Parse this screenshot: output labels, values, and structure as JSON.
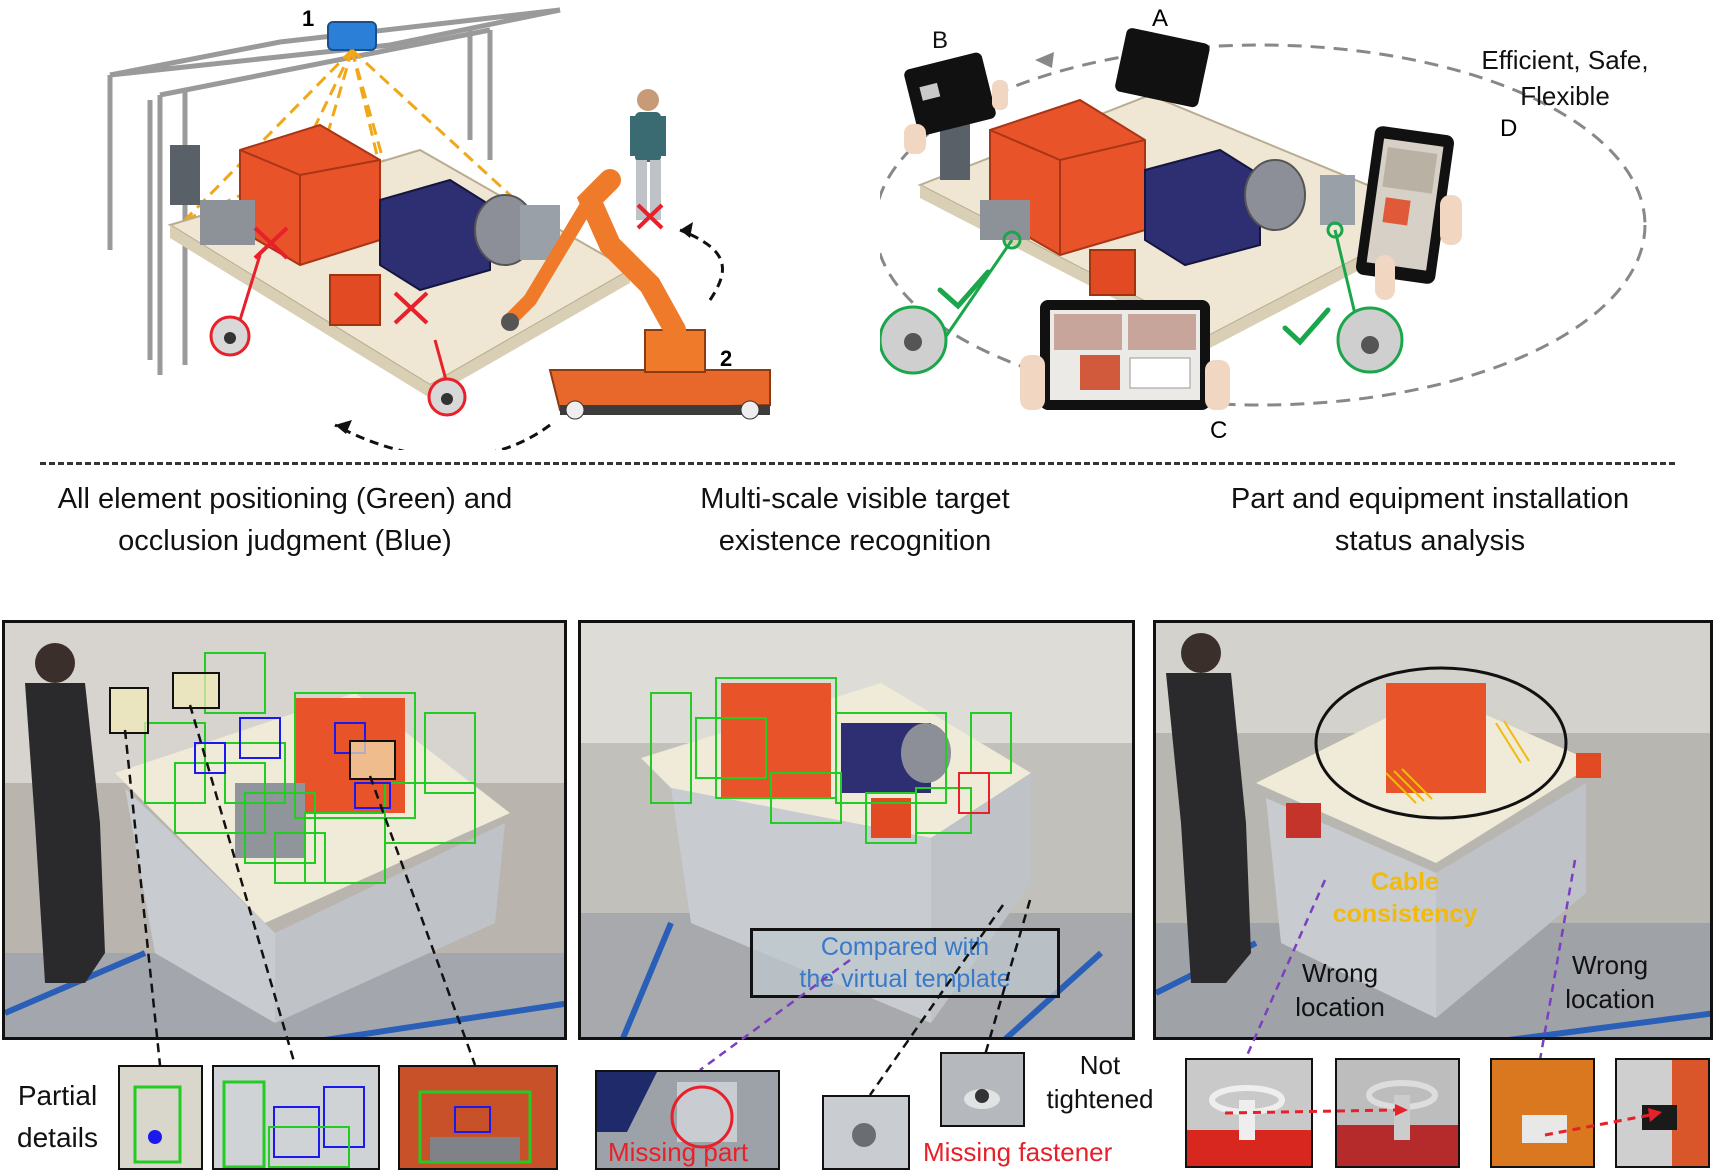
{
  "top_left": {
    "label_1": "1",
    "label_2": "2"
  },
  "top_right": {
    "label_a": "A",
    "label_b": "B",
    "label_c": "C",
    "label_d": "D",
    "tagline": [
      "Efficient, Safe,",
      "Flexible"
    ]
  },
  "sections": [
    {
      "title": [
        "All element positioning (Green) and",
        "occlusion judgment (Blue)"
      ]
    },
    {
      "title": [
        "Multi-scale visible target",
        "existence recognition"
      ]
    },
    {
      "title": [
        "Part and equipment installation",
        "status analysis"
      ]
    }
  ],
  "panel_left": {
    "partial_details": [
      "Partial",
      "details"
    ]
  },
  "panel_middle": {
    "compare_note": [
      "Compared with",
      "the virtual template"
    ],
    "missing_part": "Missing part",
    "missing_fastener": "Missing fastener",
    "not_tightened": [
      "Not",
      "tightened"
    ]
  },
  "panel_right": {
    "cable_note": [
      "Cable",
      "consistency"
    ],
    "wrong_location_left": [
      "Wrong",
      "location"
    ],
    "wrong_location_right": [
      "Wrong",
      "location"
    ]
  },
  "colors": {
    "detect_green": "#22cc22",
    "occlusion_blue": "#1a1aee",
    "error_red": "#e8202a",
    "ok_green": "#1aa64a",
    "cable_orange": "#f2b90f",
    "template_blue": "#3a78c8"
  }
}
